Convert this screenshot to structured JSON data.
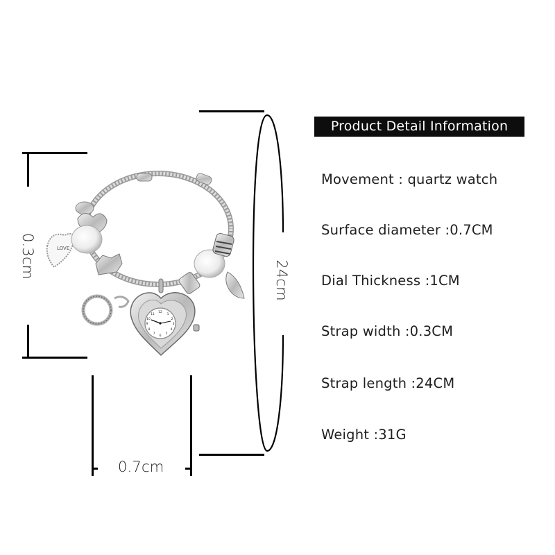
{
  "header": {
    "title": "Product Detail Information",
    "background_color": "#0d0d0d",
    "text_color": "#ffffff"
  },
  "specs": [
    {
      "label": "Movement",
      "separator": " : ",
      "value": "quartz watch",
      "text": "Movement : quartz watch"
    },
    {
      "label": "Surface diameter",
      "separator": " :",
      "value": "0.7CM",
      "text": "Surface diameter :0.7CM"
    },
    {
      "label": "Dial Thickness",
      "separator": " :",
      "value": "1CM",
      "text": "Dial Thickness :1CM"
    },
    {
      "label": "Strap width",
      "separator": " :",
      "value": "0.3CM",
      "text": "Strap width :0.3CM"
    },
    {
      "label": "Strap length",
      "separator": " :",
      "value": "24CM",
      "text": "Strap length :24CM"
    },
    {
      "label": "Weight",
      "separator": " :",
      "value": "31G",
      "text": "Weight :31G"
    }
  ],
  "dimensions": {
    "strap_width_label": "0.3cm",
    "surface_diameter_label": "0.7cm",
    "strap_length_label": "24cm"
  },
  "product_image": {
    "description": "Silver charm bangle bracelet with heart-shaped quartz watch pendant",
    "charms": [
      "heart-tag",
      "white-bead",
      "star-bead",
      "ring-charm",
      "heart-watch",
      "cylinder-bead",
      "white-bead",
      "striped-bead",
      "shell-charm"
    ],
    "watch_dial_numbers": [
      "12",
      "1",
      "2",
      "3",
      "4",
      "5",
      "6",
      "7",
      "8",
      "9",
      "10",
      "11"
    ]
  },
  "colors": {
    "line": "#000000",
    "silver": "#c8c8c8",
    "silver_dark": "#8a8a8a"
  }
}
